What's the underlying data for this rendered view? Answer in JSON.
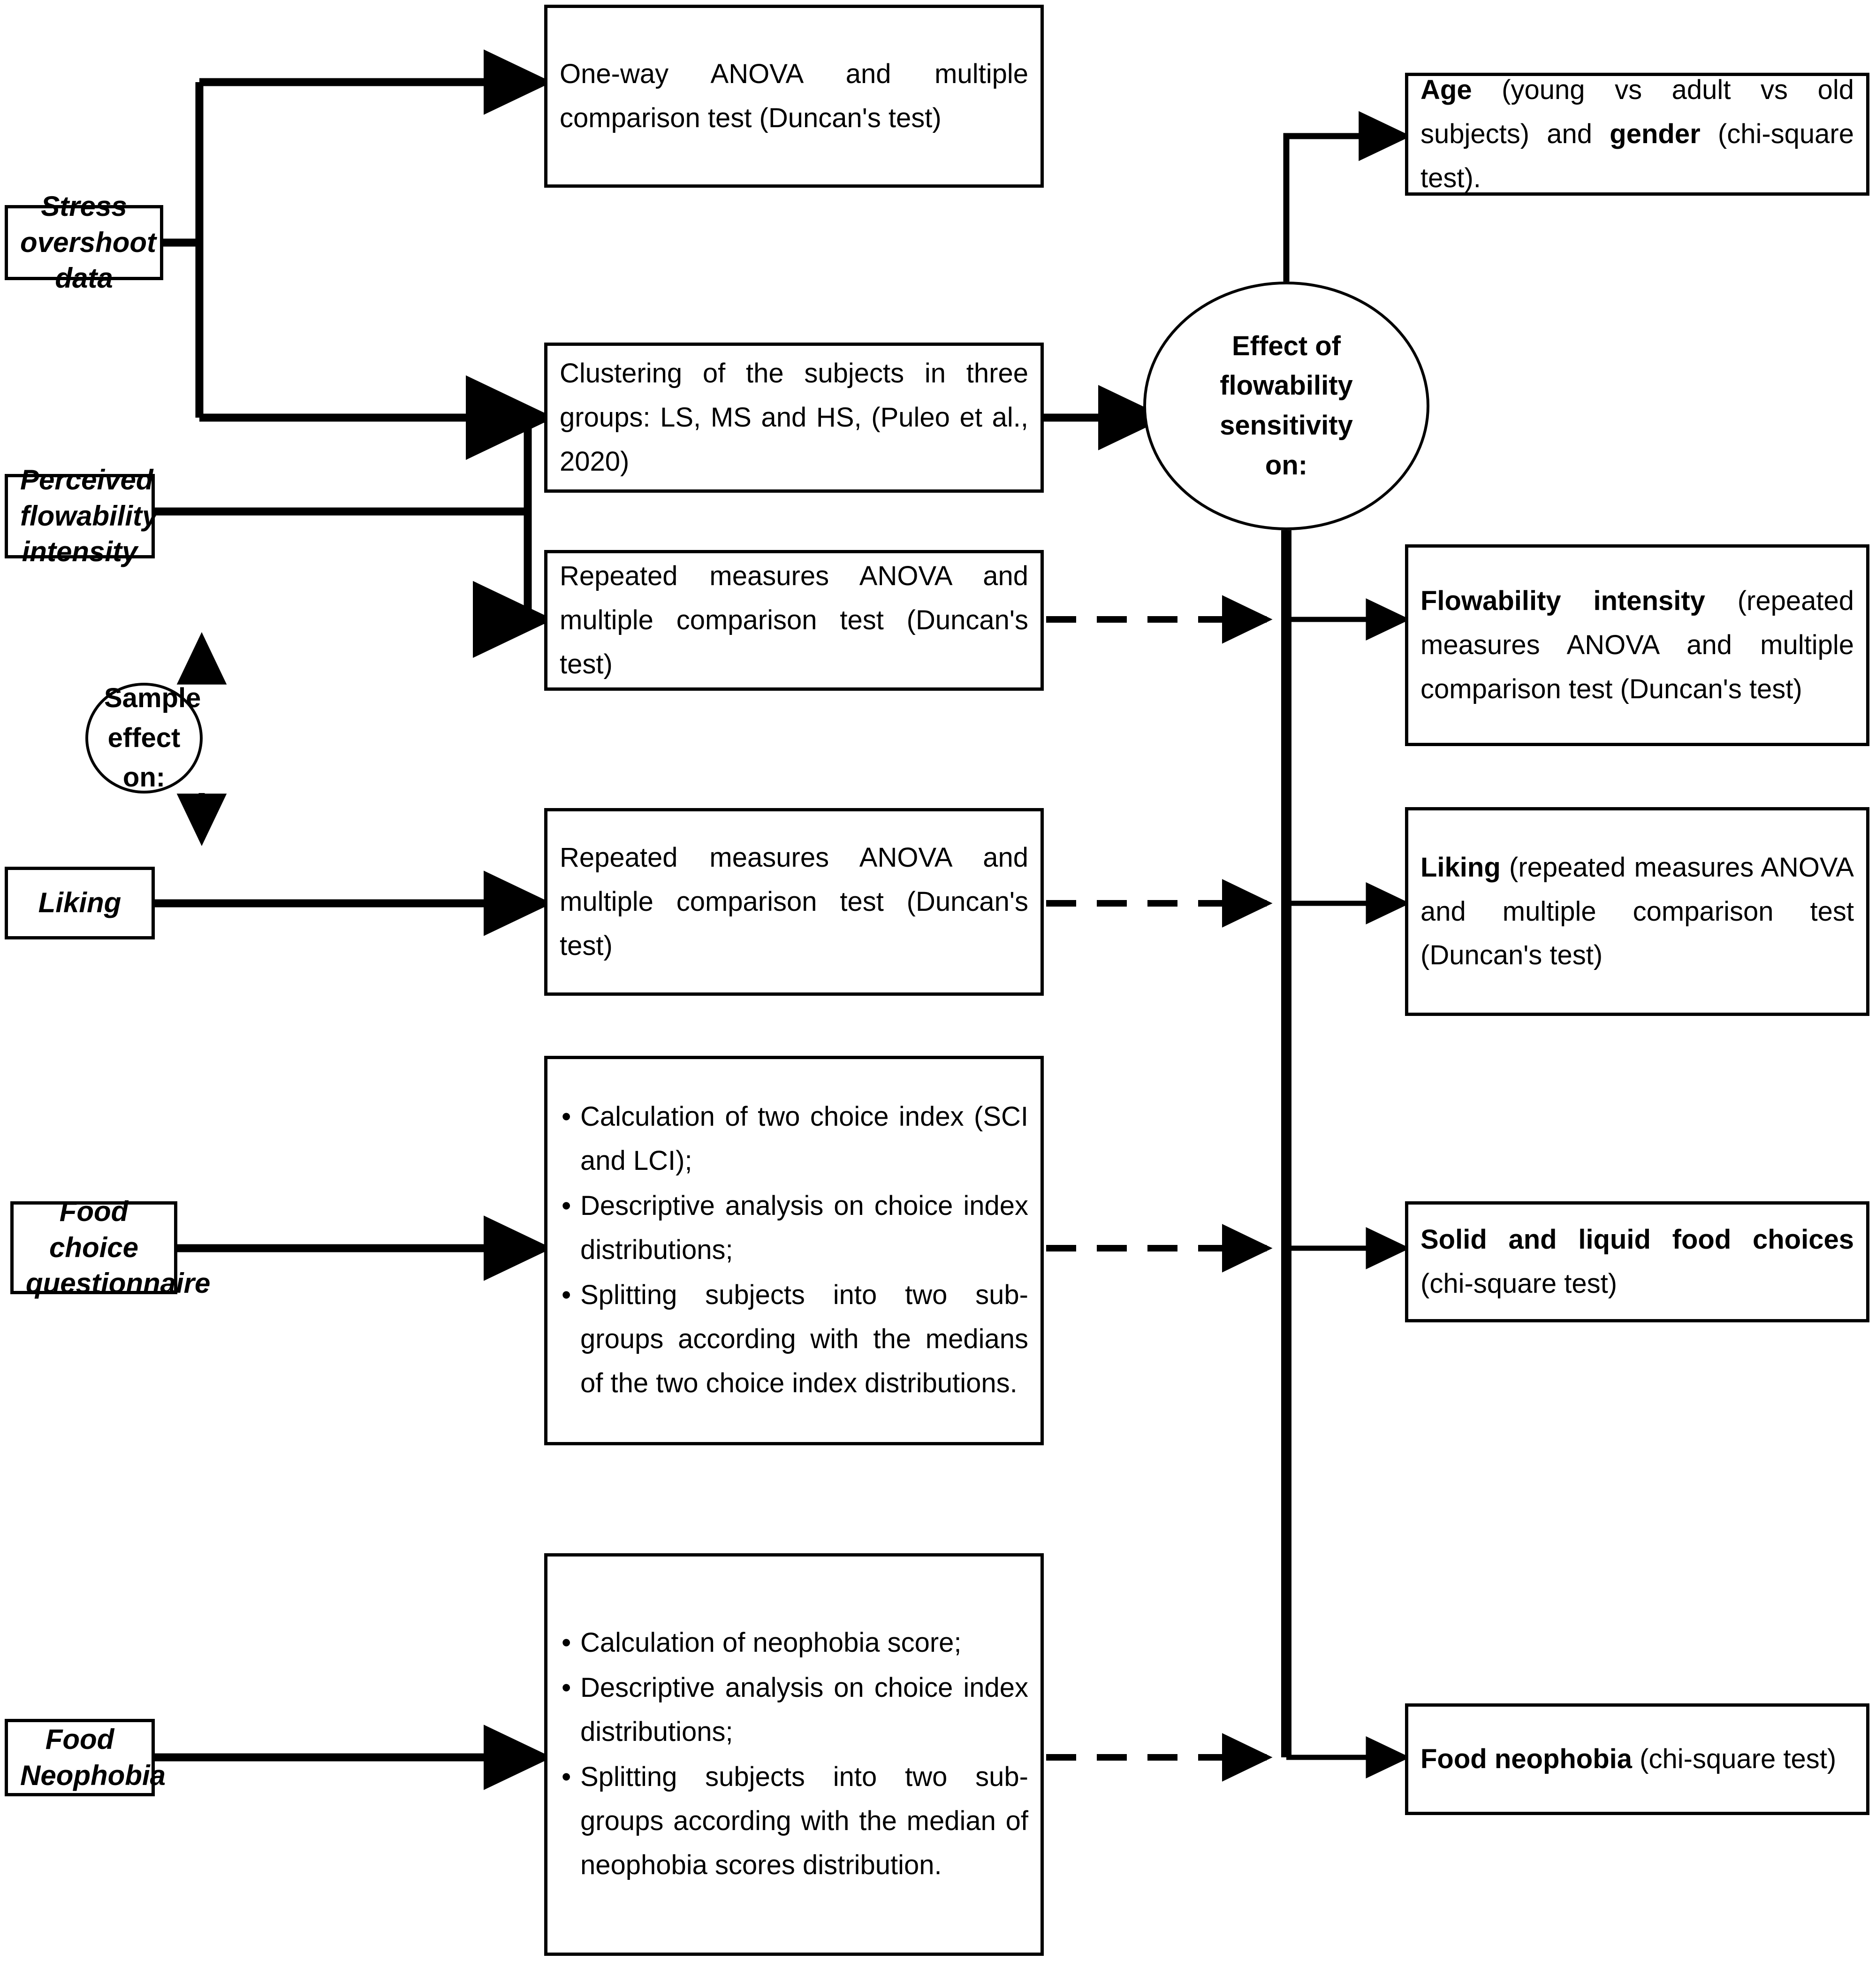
{
  "diagram": {
    "type": "flowchart",
    "title": "Statistical analysis workflow"
  },
  "sources": [
    {
      "id": "stress-overshoot",
      "label": "Stress overshoot data"
    },
    {
      "id": "perceived-flowability",
      "label": "Perceived flowability intensity"
    },
    {
      "id": "liking",
      "label": "Liking"
    },
    {
      "id": "food-choice",
      "label": "Food choice questionnaire"
    },
    {
      "id": "food-neophobia",
      "label": "Food Neophobia"
    }
  ],
  "circles": [
    {
      "id": "sample-effect",
      "label": "Sample effect on:"
    },
    {
      "id": "flowability-sensitivity",
      "label": "Effect of flowability sensitivity on:"
    }
  ],
  "processes": [
    {
      "id": "one-way-anova",
      "text": "One-way ANOVA and multiple comparison test (Duncan's test)"
    },
    {
      "id": "clustering",
      "text": "Clustering of the subjects in three groups: LS, MS and HS, (Puleo et al., 2020)"
    },
    {
      "id": "repeated-measures-flowability",
      "text": "Repeated measures ANOVA and multiple comparison test (Duncan's test)"
    },
    {
      "id": "repeated-measures-liking",
      "text": "Repeated measures ANOVA and multiple comparison test (Duncan's test)"
    },
    {
      "id": "food-choice-steps",
      "bullets": [
        "Calculation of two choice index (SCI and LCI);",
        "Descriptive analysis on choice index distributions;",
        "Splitting subjects into two sub-groups according with the medians of the two choice index distributions."
      ]
    },
    {
      "id": "food-neophobia-steps",
      "bullets": [
        "Calculation of neophobia score;",
        "Descriptive analysis on choice index distributions;",
        "Splitting subjects into two sub-groups according with the median of neophobia scores distribution."
      ]
    }
  ],
  "outcomes": [
    {
      "id": "age-gender",
      "lead": "Age",
      "mid": " (young vs adult vs old subjects) and ",
      "lead2": "gender",
      "tail": " (chi-square test)."
    },
    {
      "id": "flowability-intensity-outcome",
      "lead": "Flowability intensity",
      "tail": " (repeated measures ANOVA and multiple comparison test (Duncan's test)"
    },
    {
      "id": "liking-outcome",
      "lead": "Liking",
      "tail": " (repeated measures ANOVA and multiple comparison test (Duncan's test)"
    },
    {
      "id": "food-choices-outcome",
      "lead": "Solid and liquid food choices",
      "tail": " (chi-square test)"
    },
    {
      "id": "food-neophobia-outcome",
      "lead": "Food neophobia",
      "tail": " (chi-square test)"
    }
  ],
  "colors": {
    "stroke": "#000000",
    "background": "#ffffff",
    "text": "#000000"
  }
}
